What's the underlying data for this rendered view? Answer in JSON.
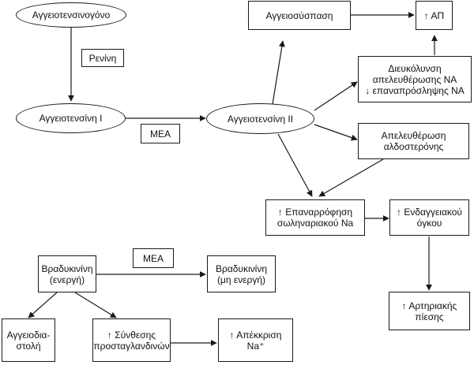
{
  "nodes": {
    "angiotensinogen": "Αγγειοτενσινογόνο",
    "renin": "Ρενίνη",
    "angiotensin_1": "Αγγειοτενσίνη Ι",
    "ace_1": "ΜΕΑ",
    "angiotensin_2": "Αγγειοτενσίνη ΙΙ",
    "vasoconstriction": "Αγγειοσύσπαση",
    "bp_up": "↑ ΑΠ",
    "na_facilitation": [
      "Διευκόλυνση",
      "απελευθέρωσης ΝΑ",
      "↓ επαναπρόσληψης ΝΑ"
    ],
    "aldosterone": [
      "Απελευθέρωση",
      "αλδοστερόνης"
    ],
    "na_reabsorption": [
      "↑ Επαναρρόφηση",
      "σωληναριακού Na"
    ],
    "intravascular_volume": [
      "↑ Ενδαγγειακού",
      "όγκου"
    ],
    "arterial_pressure": [
      "↑ Αρτηριακής",
      "πίεσης"
    ],
    "bradykinin_active": [
      "Βραδυκινίνη",
      "(ενεργή)"
    ],
    "ace_2": "ΜΕΑ",
    "bradykinin_inactive": [
      "Βραδυκινίνη",
      "(μη ενεργή)"
    ],
    "vasodilation": [
      "Αγγειοδια-",
      "στολή"
    ],
    "prostaglandin": [
      "↑ Σύνθεσης",
      "προσταγλανδινών"
    ],
    "na_excretion": [
      "↑ Απέκκριση",
      "Na⁺"
    ]
  }
}
